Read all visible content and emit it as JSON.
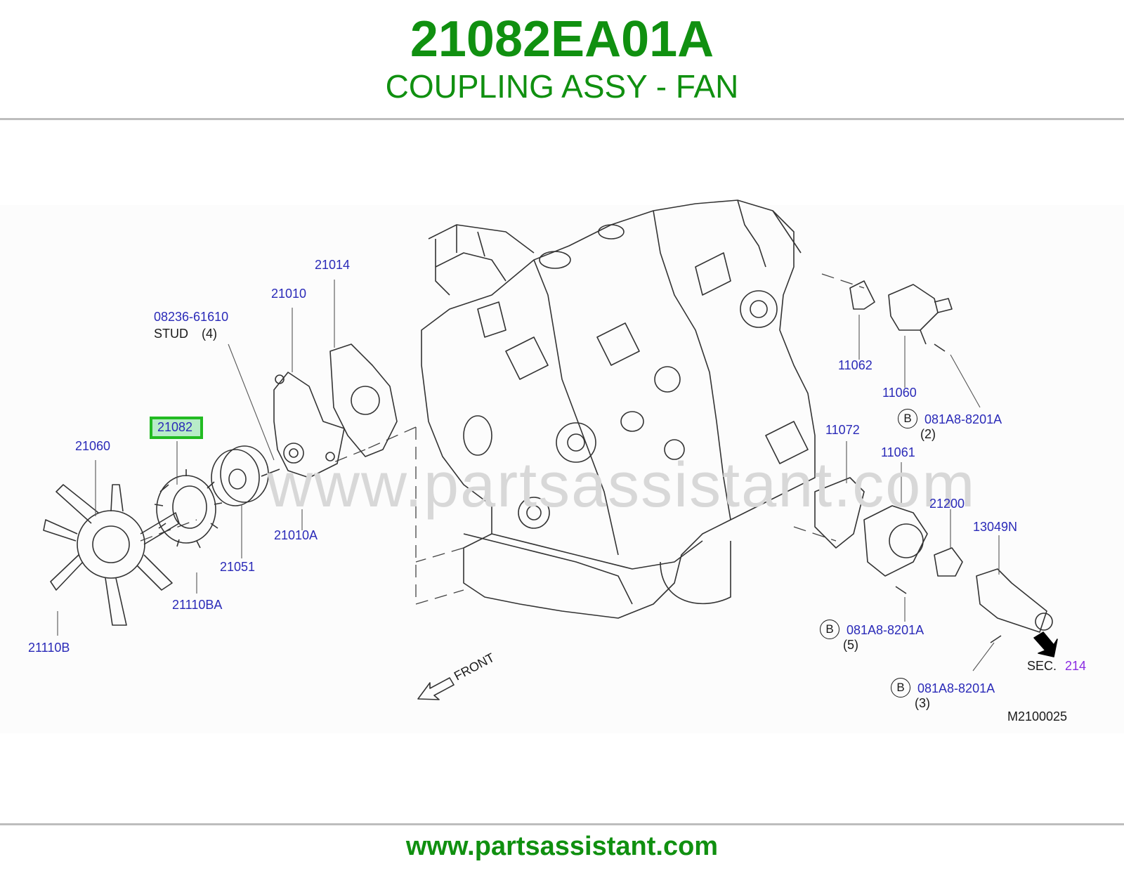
{
  "header": {
    "part_number": "21082EA01A",
    "part_name": "COUPLING ASSY - FAN"
  },
  "footer": {
    "url": "www.partsassistant.com"
  },
  "watermark": "www.partsassistant.com",
  "diagram": {
    "code": "M2100025",
    "front_label": "FRONT",
    "highlighted_part": "21082",
    "labels": {
      "p21014": "21014",
      "p21010": "21010",
      "p08236": "08236-61610",
      "stud": "STUD",
      "stud_qty": "(4)",
      "p21082": "21082",
      "p21060": "21060",
      "p21010A": "21010A",
      "p21051": "21051",
      "p21110BA": "21110BA",
      "p21110B": "21110B",
      "p11062": "11062",
      "p11060": "11060",
      "b1_code": "081A8-8201A",
      "b1_qty": "(2)",
      "p11072": "11072",
      "p11061": "11061",
      "p21200": "21200",
      "p13049N": "13049N",
      "b2_code": "081A8-8201A",
      "b2_qty": "(5)",
      "sec": "SEC.",
      "sec_num": "214",
      "b3_code": "081A8-8201A",
      "b3_qty": "(3)",
      "b_marker": "B"
    }
  },
  "colors": {
    "brand_green": "#109010",
    "label_blue": "#2a2ab8",
    "highlight_border": "#22bb22",
    "highlight_fill": "#b8ecc8"
  }
}
